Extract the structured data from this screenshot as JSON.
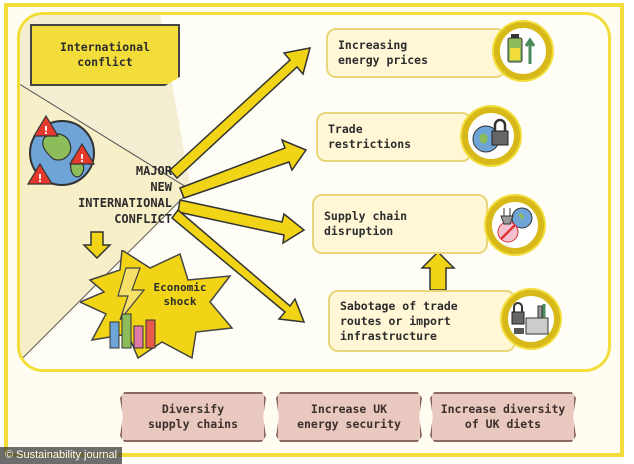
{
  "trigger": {
    "label": "International conflict"
  },
  "central": {
    "label_lines": [
      "MAJOR",
      "NEW",
      "INTERNATIONAL",
      "CONFLICT"
    ]
  },
  "shock": {
    "label_lines": [
      "Economic",
      "shock"
    ]
  },
  "effects": [
    {
      "lines": [
        "Increasing",
        "energy prices"
      ],
      "icon": "battery-icon"
    },
    {
      "lines": [
        "Trade",
        "restrictions"
      ],
      "icon": "padlock-globe-icon"
    },
    {
      "lines": [
        "Supply chain",
        "disruption"
      ],
      "icon": "plug-globe-icon"
    },
    {
      "lines": [
        "Sabotage of trade",
        "routes or import",
        "infrastructure"
      ],
      "icon": "factory-icon"
    }
  ],
  "policies": [
    {
      "lines": [
        "Diversify",
        "supply chains"
      ]
    },
    {
      "lines": [
        "Increase UK",
        "energy security"
      ]
    },
    {
      "lines": [
        "Increase diversity",
        "of UK diets"
      ]
    }
  ],
  "credit": "© Sustainability journal",
  "colors": {
    "accent_yellow": "#f2dd3a",
    "arrow_yellow": "#f1d416",
    "policy_fill": "#e9c8c0"
  }
}
